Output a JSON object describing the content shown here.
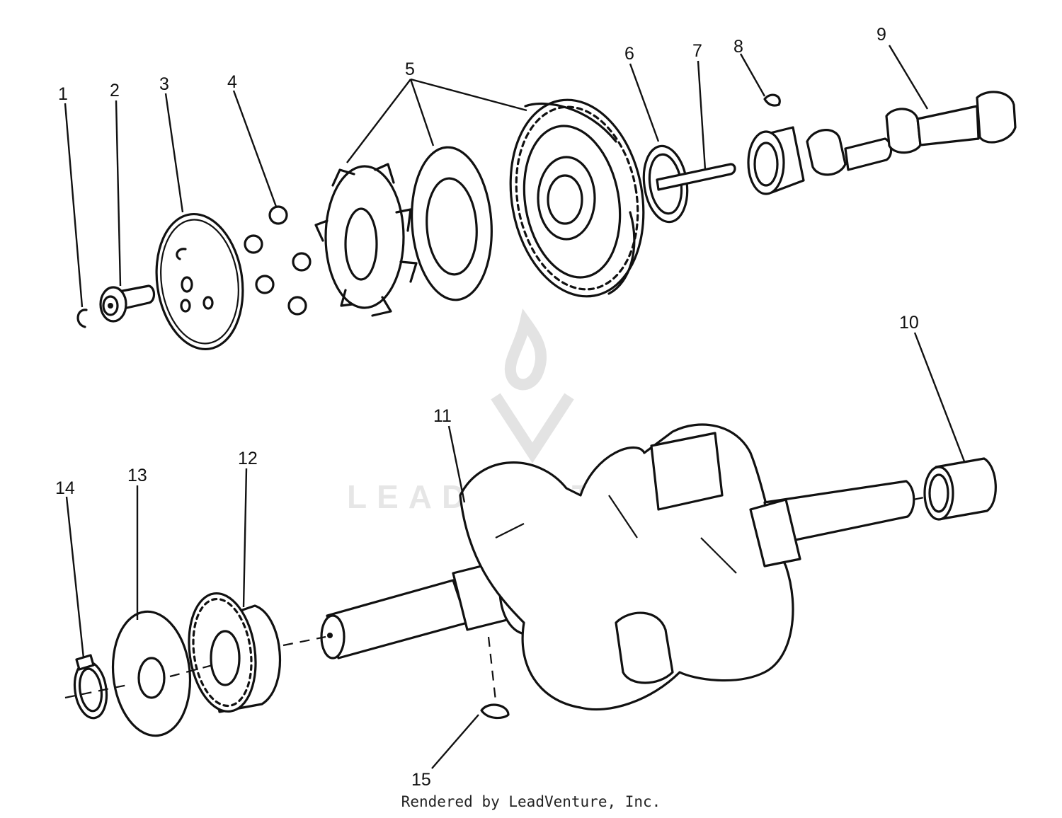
{
  "diagram": {
    "callouts": [
      {
        "id": "1",
        "label": "1"
      },
      {
        "id": "2",
        "label": "2"
      },
      {
        "id": "3",
        "label": "3"
      },
      {
        "id": "4",
        "label": "4"
      },
      {
        "id": "5",
        "label": "5"
      },
      {
        "id": "6",
        "label": "6"
      },
      {
        "id": "7",
        "label": "7"
      },
      {
        "id": "8",
        "label": "8"
      },
      {
        "id": "9",
        "label": "9"
      },
      {
        "id": "10",
        "label": "10"
      },
      {
        "id": "11",
        "label": "11"
      },
      {
        "id": "12",
        "label": "12"
      },
      {
        "id": "13",
        "label": "13"
      },
      {
        "id": "14",
        "label": "14"
      },
      {
        "id": "15",
        "label": "15"
      }
    ],
    "watermark": {
      "text": "LEADVENTURE",
      "icon": "leadventure-logo-icon"
    },
    "footer": "Rendered by LeadVenture, Inc."
  }
}
